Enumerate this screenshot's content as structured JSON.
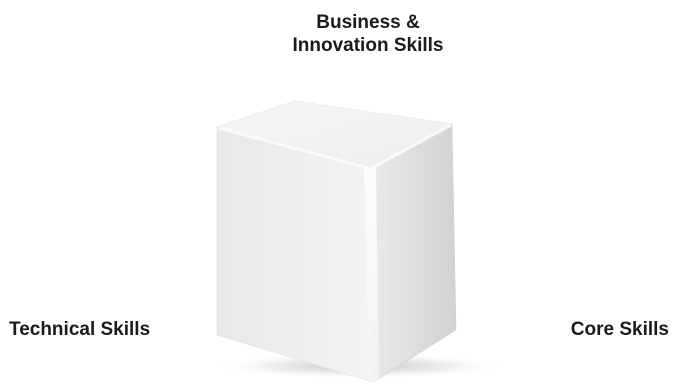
{
  "diagram": {
    "labels": {
      "top_line1": "Business &",
      "top_line2": "Innovation Skills",
      "left": "Technical Skills",
      "right": "Core Skills"
    },
    "cube": {
      "icon": "cube-icon",
      "colors": {
        "top_face": "#f3f3f3",
        "left_face": "#ececec",
        "right_face": "#dcdcdc",
        "edge_highlight": "#ffffff",
        "shadow": "#9a9a9a"
      }
    }
  }
}
